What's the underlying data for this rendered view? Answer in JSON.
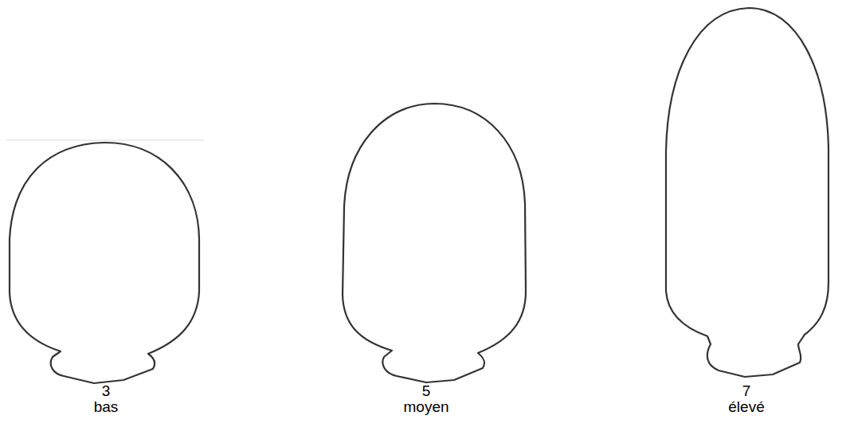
{
  "diagram": {
    "labels": [
      "3",
      "bas",
      "5",
      "moyen",
      "7",
      "élevé"
    ]
  }
}
